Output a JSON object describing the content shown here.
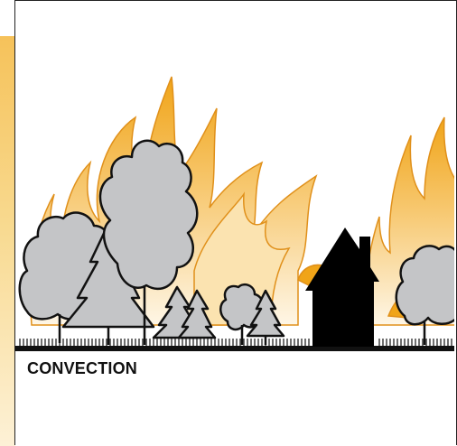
{
  "caption": "CONVECTION",
  "colors": {
    "flame_outer": "#f1a91b",
    "flame_inner": "#fdf2d9",
    "tree_fill": "#c4c5c7",
    "house_fill": "#000000",
    "ground": "#111111"
  },
  "icons": [
    "deciduous-tree",
    "conifer-tree",
    "house",
    "flame"
  ]
}
